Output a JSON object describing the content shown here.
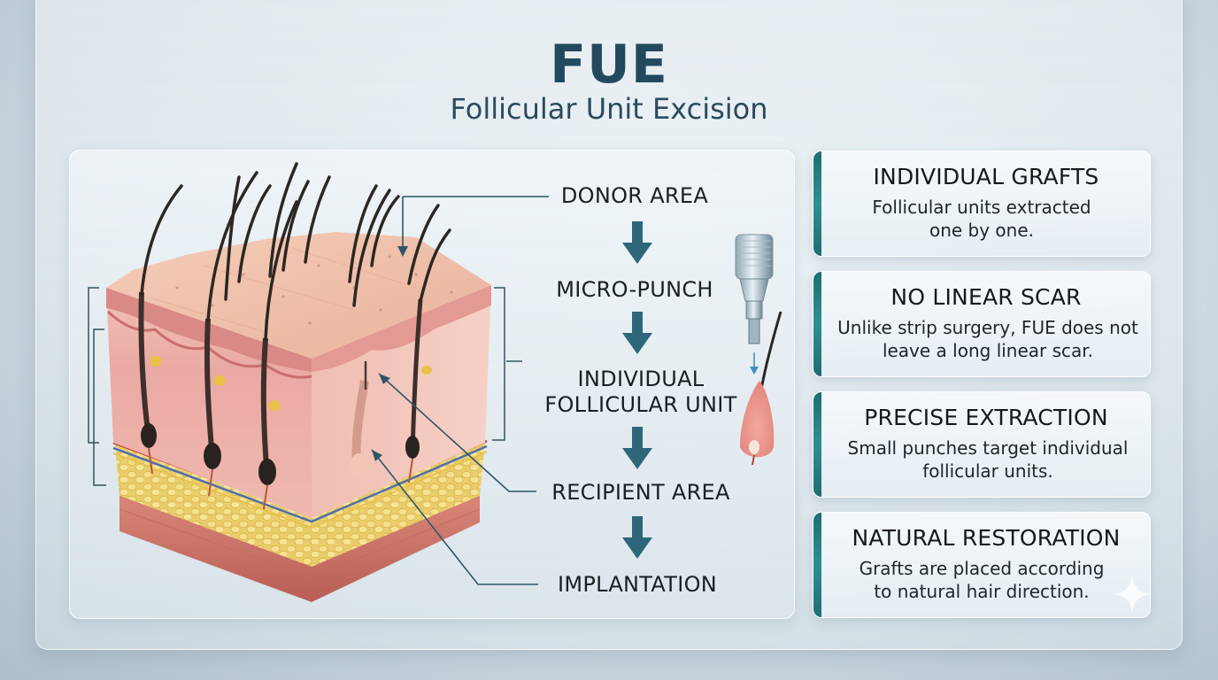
{
  "header": {
    "title": "FUE",
    "subtitle": "Follicular Unit Excision"
  },
  "process": {
    "steps": [
      {
        "label": "DONOR AREA"
      },
      {
        "label": "MICRO-PUNCH"
      },
      {
        "label": "INDIVIDUAL FOLLICULAR UNIT"
      },
      {
        "label": "RECIPIENT AREA"
      },
      {
        "label": "IMPLANTATION"
      }
    ]
  },
  "cards": [
    {
      "title": "INDIVIDUAL GRAFTS",
      "body": "Follicular units extracted one by one."
    },
    {
      "title": "NO LINEAR SCAR",
      "body": "Unlike strip surgery, FUE does not leave a long linear scar."
    },
    {
      "title": "PRECISE EXTRACTION",
      "body": "Small punches target individual follicular units."
    },
    {
      "title": "NATURAL RESTORATION",
      "body": "Grafts are placed according to natural hair direction."
    }
  ],
  "colors": {
    "title": "#23495e",
    "accent": "#1f7478",
    "arrow": "#2d6779",
    "leader": "#2f5566",
    "skin": "#f0c0ad",
    "dermis": "#eeaaa1",
    "fat": "#efd77a",
    "muscle": "#d27a6e",
    "hair": "#2c2722"
  },
  "icons": {
    "flow_arrow": "arrow-down-icon",
    "tool": "micro-punch-tool-icon",
    "sparkle": "sparkle-icon"
  }
}
